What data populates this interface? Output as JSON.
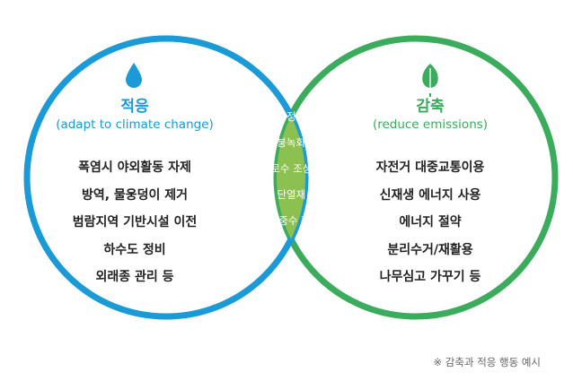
{
  "colors": {
    "adapt": "#1a9ad6",
    "reduce": "#3bab5c",
    "overlap": "#8cc152",
    "drop_icon": "#1a9ad6",
    "leaf_icon": "#3bab5c"
  },
  "left": {
    "icon": "water-drop-icon",
    "title": "적응",
    "subtitle": "(adapt to climate change)",
    "items": [
      "폭염시 야외활동 자제",
      "방역, 물웅덩이 제거",
      "범람지역 기반시설 이전",
      "하수도 정비",
      "외래종 관리 등"
    ]
  },
  "right": {
    "icon": "leaf-icon",
    "title": "감축",
    "subtitle": "(reduce emissions)",
    "items": [
      "자전거 대중교통이용",
      "신재생 에너지 사용",
      "에너지 절약",
      "분리수거/재활용",
      "나무심고 가꾸기 등"
    ]
  },
  "overlap": {
    "items": [
      "옥상정원",
      "지붕녹화",
      "가로수 조성",
      "고효율 단열재 활용",
      "빗물, 중수 활용"
    ]
  },
  "footnote": "※ 감축과 적응 행동 예시"
}
